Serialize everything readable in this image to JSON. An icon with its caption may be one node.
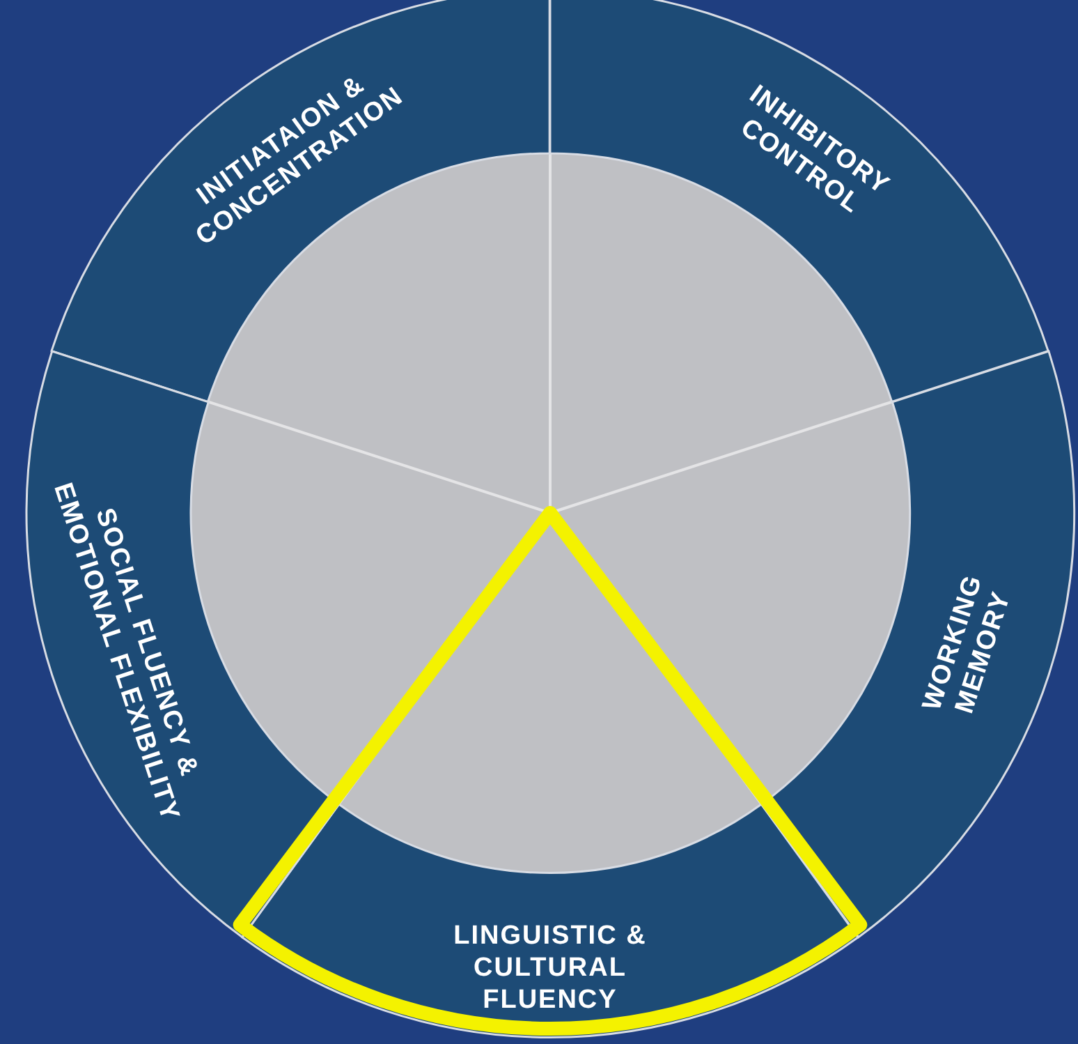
{
  "diagram": {
    "nodes": [
      {
        "text": [
          "INITIATAION & CONCENTRATION"
        ]
      },
      {
        "text": [
          "INHIBITORY CONTROL"
        ]
      },
      {
        "text": [
          "WORKING MEMORY"
        ]
      },
      {
        "text": [
          "LINGUISTIC & CULTURAL FLUENCY"
        ]
      },
      {
        "text": [
          "SOCIAL FLUENCY & EMOTIONAL FLEXIBILITY"
        ]
      }
    ]
  }
}
